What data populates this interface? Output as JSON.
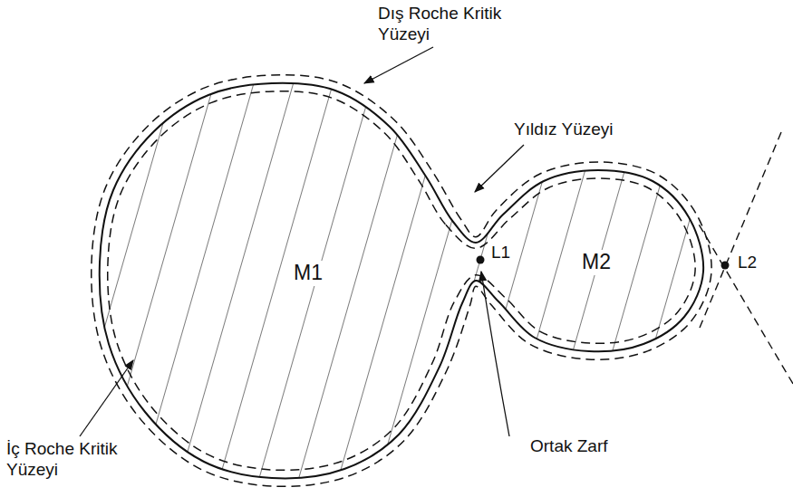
{
  "diagram": {
    "labels": [
      "Dış Roche Kritik Yüzeyi",
      "Yıldız Yüzeyi",
      "M1",
      "L1",
      "M2",
      "L2",
      "Ortak Zarf",
      "İç Roche Kritik Yüzeyi"
    ]
  }
}
